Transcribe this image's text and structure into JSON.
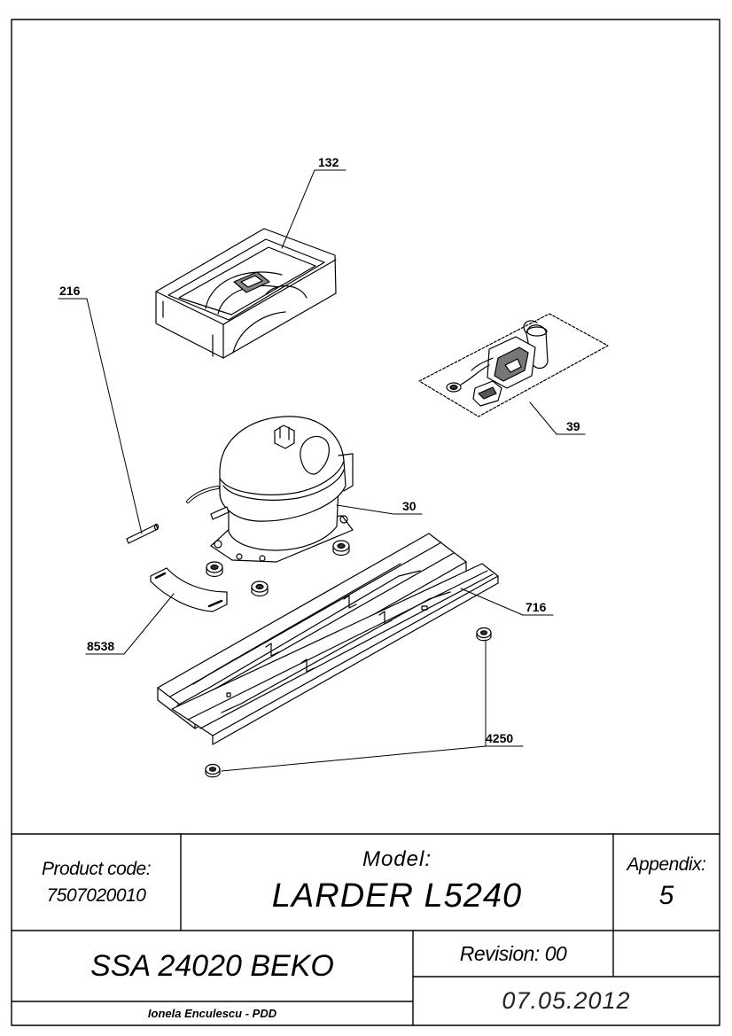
{
  "callouts": [
    {
      "id": "132",
      "label": "132"
    },
    {
      "id": "39",
      "label": "39"
    },
    {
      "id": "216",
      "label": "216"
    },
    {
      "id": "30",
      "label": "30"
    },
    {
      "id": "716",
      "label": "716"
    },
    {
      "id": "8538",
      "label": "8538"
    },
    {
      "id": "4250",
      "label": "4250"
    }
  ],
  "title_block": {
    "product_code_label": "Product code:",
    "product_code": "7507020010",
    "model_label": "Model:",
    "model": "LARDER L5240",
    "appendix_label": "Appendix:",
    "appendix": "5",
    "part_name": "SSA 24020 BEKO",
    "revision": "Revision: 00",
    "date": "07.05.2012",
    "author": "Ionela Enculescu - PDD"
  }
}
